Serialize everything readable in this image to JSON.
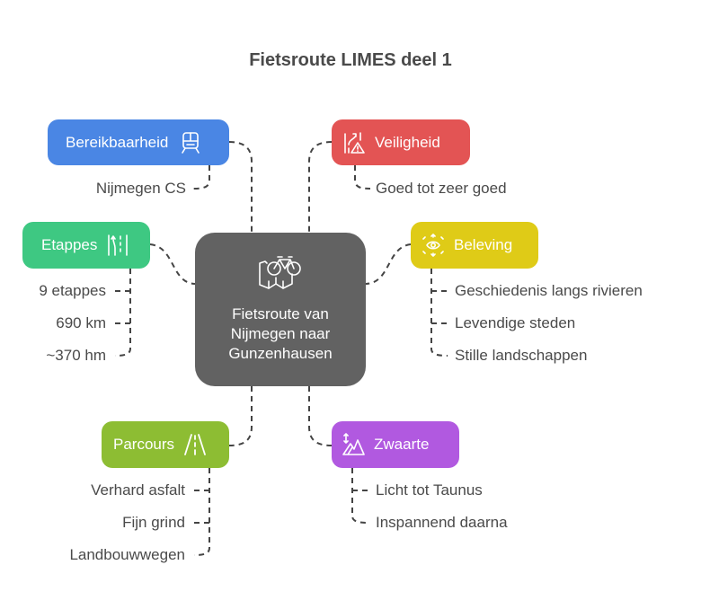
{
  "title": "Fietsroute LIMES deel 1",
  "center": {
    "icon": "map-bicycle-icon",
    "lines": [
      "Fietsroute van",
      "Nijmegen naar",
      "Gunzenhausen"
    ],
    "color": "#626262"
  },
  "branches": [
    {
      "id": "bereikbaarheid",
      "label": "Bereikbaarheid",
      "icon": "train-icon",
      "color": "#4a86e4",
      "items": [
        "Nijmegen CS"
      ]
    },
    {
      "id": "veiligheid",
      "label": "Veiligheid",
      "icon": "road-warning-icon",
      "color": "#e35454",
      "items": [
        "Goed tot zeer goed"
      ]
    },
    {
      "id": "etappes",
      "label": "Etappes",
      "icon": "lanes-icon",
      "color": "#3ec882",
      "items": [
        "9 etappes",
        "690 km",
        "~370 hm"
      ]
    },
    {
      "id": "beleving",
      "label": "Beleving",
      "icon": "eye-expand-icon",
      "color": "#dfcb17",
      "items": [
        "Geschiedenis langs rivieren",
        "Levendige steden",
        "Stille landschappen"
      ]
    },
    {
      "id": "parcours",
      "label": "Parcours",
      "icon": "road-icon",
      "color": "#8dbd33",
      "items": [
        "Verhard asfalt",
        "Fijn grind",
        "Landbouwwegen"
      ]
    },
    {
      "id": "zwaarte",
      "label": "Zwaarte",
      "icon": "mountain-elevation-icon",
      "color": "#b159e0",
      "items": [
        "Licht tot Taunus",
        "Inspannend daarna"
      ]
    }
  ]
}
